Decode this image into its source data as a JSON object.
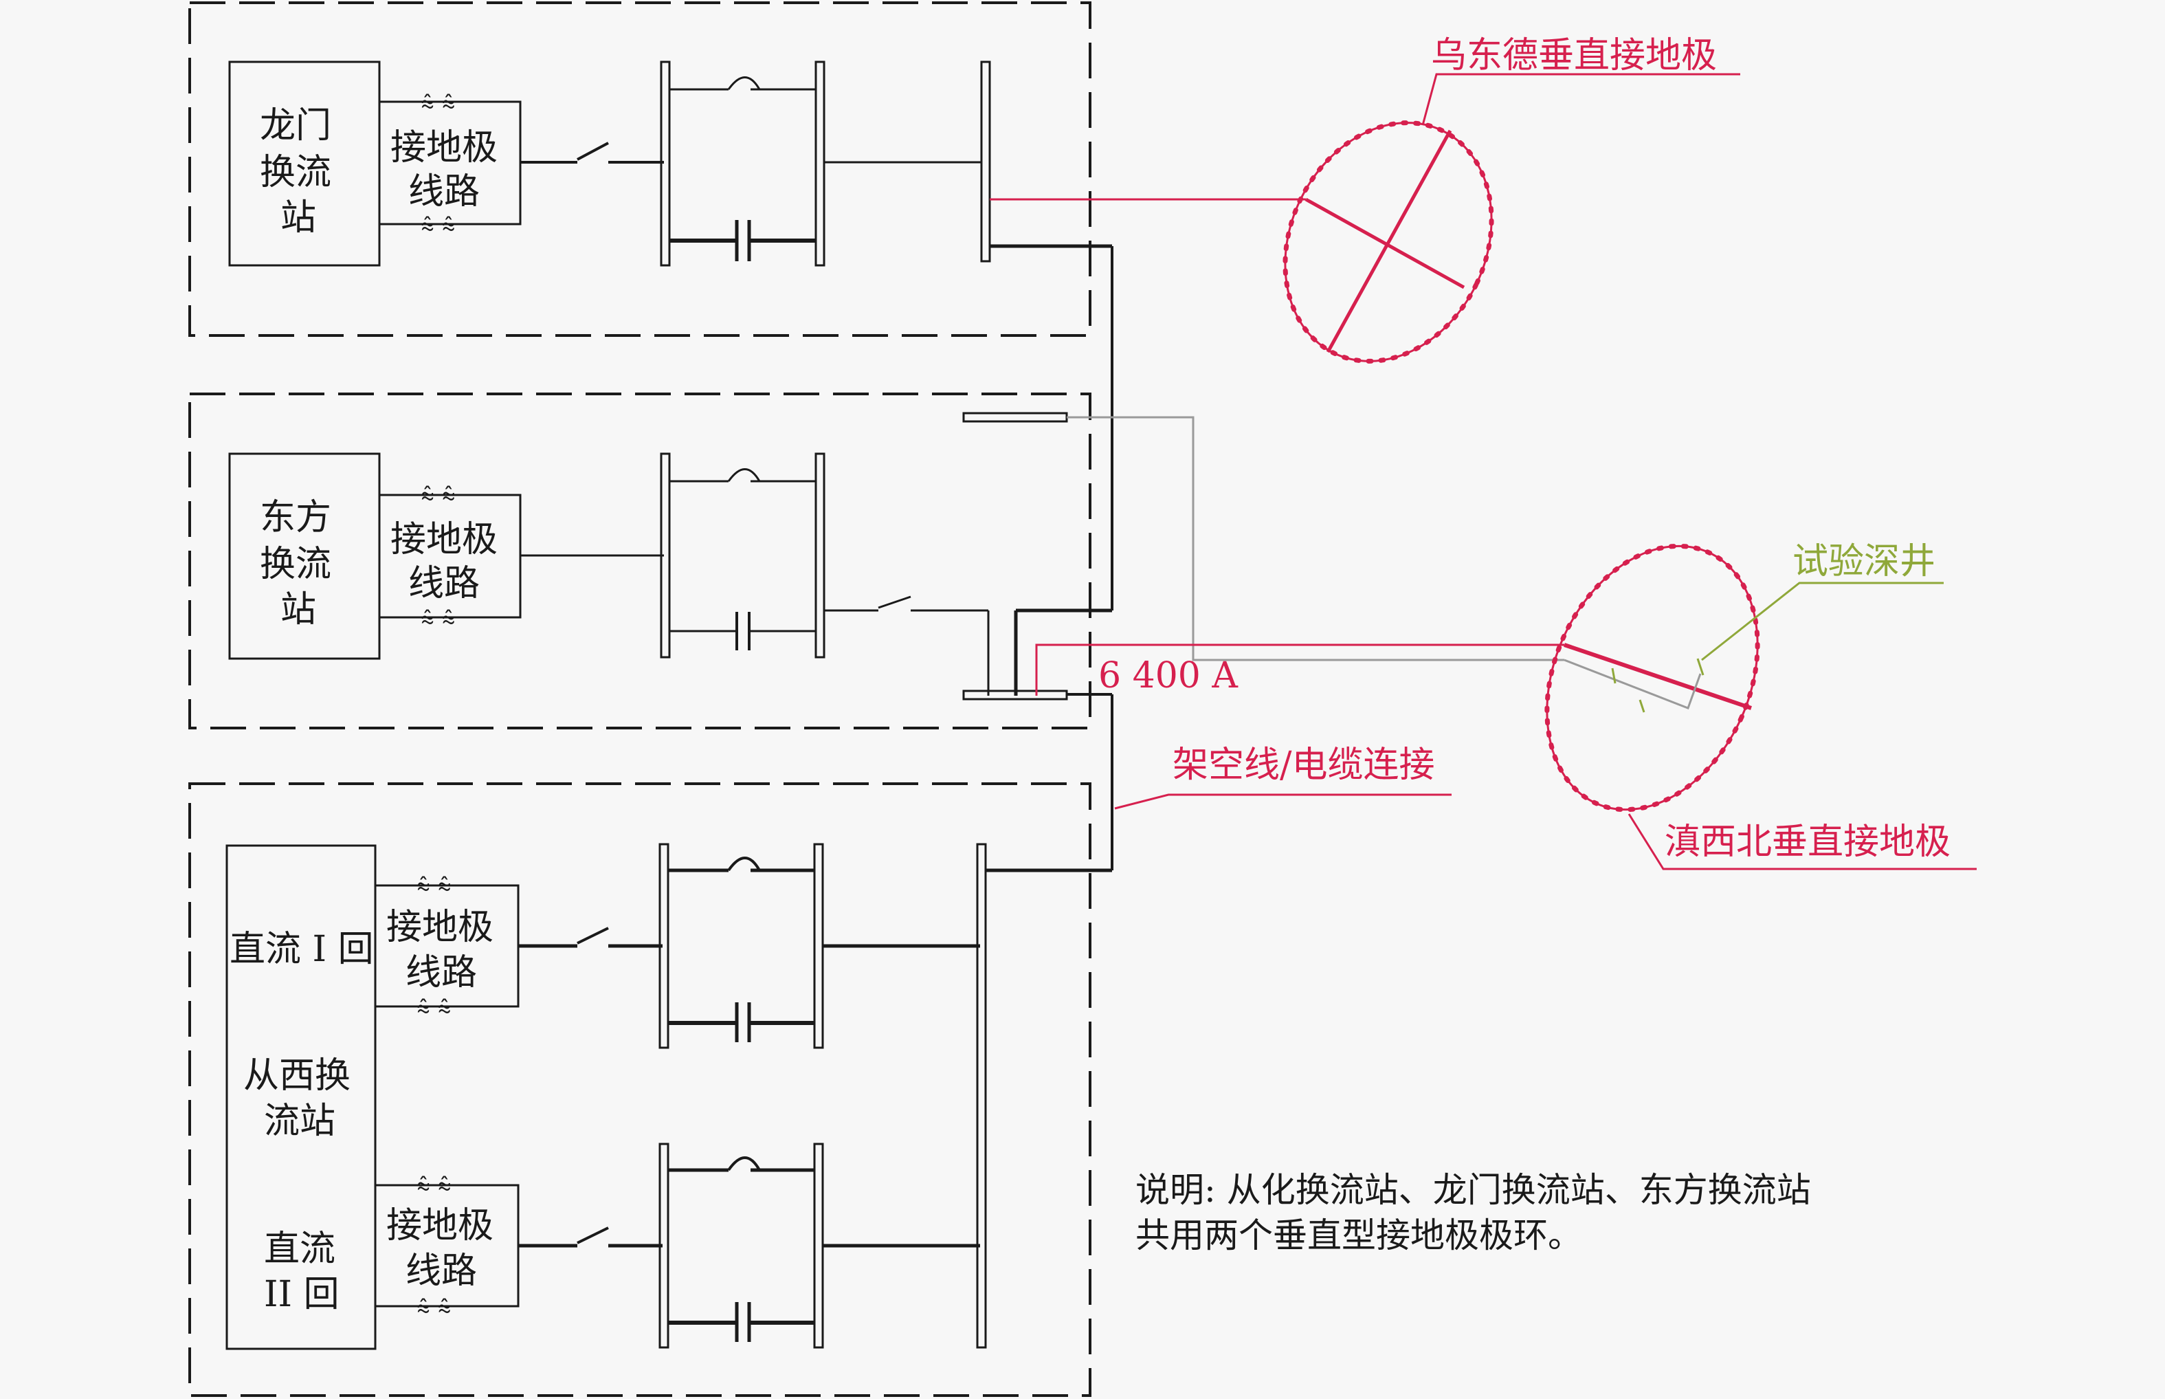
{
  "stations": {
    "longmen": {
      "name_lines": [
        "龙门",
        "换流",
        "站"
      ],
      "ground_line_lines": [
        "接地极",
        "线路"
      ]
    },
    "dongfang": {
      "name_lines": [
        "东方",
        "换流",
        "站"
      ],
      "ground_line_lines": [
        "接地极",
        "线路"
      ]
    },
    "congxi": {
      "circuit1": "直流 I 回",
      "name_lines": [
        "从西换",
        "流站"
      ],
      "circuit2_lines": [
        "直流",
        "II 回"
      ],
      "ground_line1_lines": [
        "接地极",
        "线路"
      ],
      "ground_line2_lines": [
        "接地极",
        "线路"
      ]
    }
  },
  "electrodes": {
    "wudongde": "乌东德垂直接地极",
    "dianxibei": "滇西北垂直接地极",
    "test_well": "试验深井"
  },
  "labels": {
    "current": "6 400 A",
    "connection": "架空线/电缆连接"
  },
  "note": {
    "line1": "说明: 从化换流站、龙门换流站、东方换流站",
    "line2": "共用两个垂直型接地极极环。"
  },
  "colors": {
    "line": "#1a1a1a",
    "electrode": "#d6204e",
    "test_well": "#8fa83a",
    "gray_wire": "#9a9a9a"
  }
}
